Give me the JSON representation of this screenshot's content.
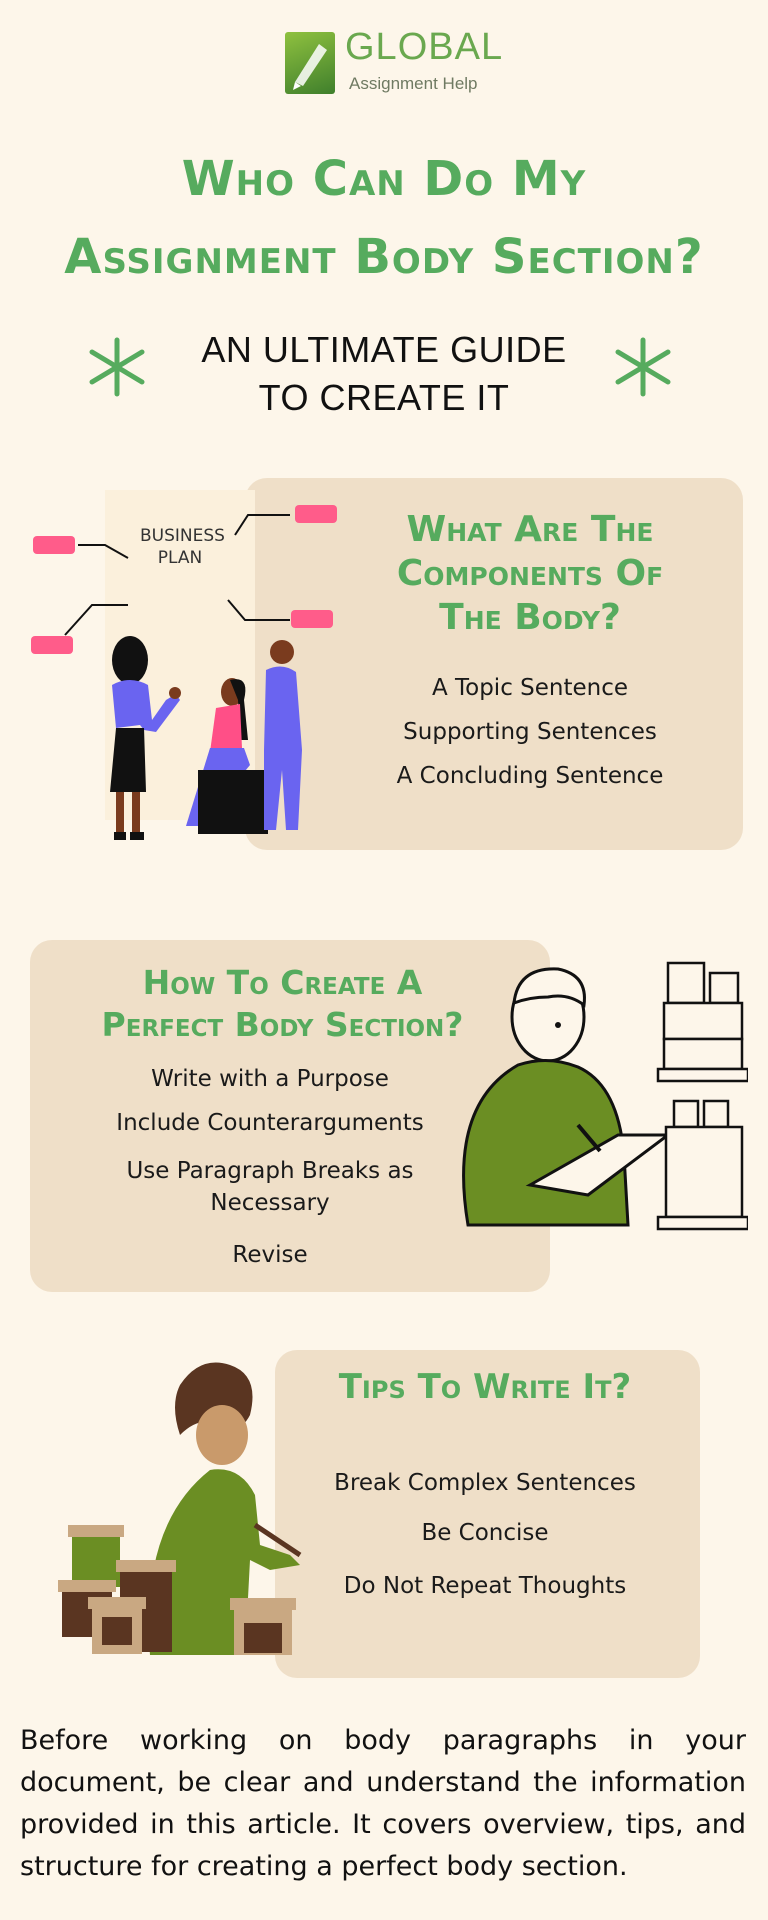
{
  "brand": {
    "name": "GLOBAL",
    "tagline": "Assignment Help"
  },
  "title": {
    "line1": "Who Can Do My",
    "line2": "Assignment Body Section?"
  },
  "subtitle": {
    "line1": "AN ULTIMATE GUIDE",
    "line2": "TO CREATE IT"
  },
  "section1": {
    "board_text_line1": "BUSINESS",
    "board_text_line2": "PLAN",
    "heading_line1": "What Are The",
    "heading_line2": "Components Of",
    "heading_line3": "The Body?",
    "items": [
      "A Topic Sentence",
      "Supporting Sentences",
      "A Concluding Sentence"
    ]
  },
  "section2": {
    "heading_line1": "How To Create A",
    "heading_line2": "Perfect Body Section?",
    "items": [
      "Write with a Purpose",
      "Include Counterarguments",
      "Use Paragraph Breaks as",
      "Necessary",
      "Revise"
    ]
  },
  "section3": {
    "heading": "Tips To Write It?",
    "items": [
      "Break Complex Sentences",
      "Be Concise",
      "Do Not Repeat Thoughts"
    ]
  },
  "footer": {
    "text": "Before working on body paragraphs in your document, be clear and understand the information provided in this article. It covers overview, tips, and structure for creating a perfect body section."
  },
  "colors": {
    "accent_green": "#56ab5e",
    "panel_beige": "#efdfc8",
    "background": "#fdf6ea",
    "tag_pink": "#ff5c8a"
  }
}
